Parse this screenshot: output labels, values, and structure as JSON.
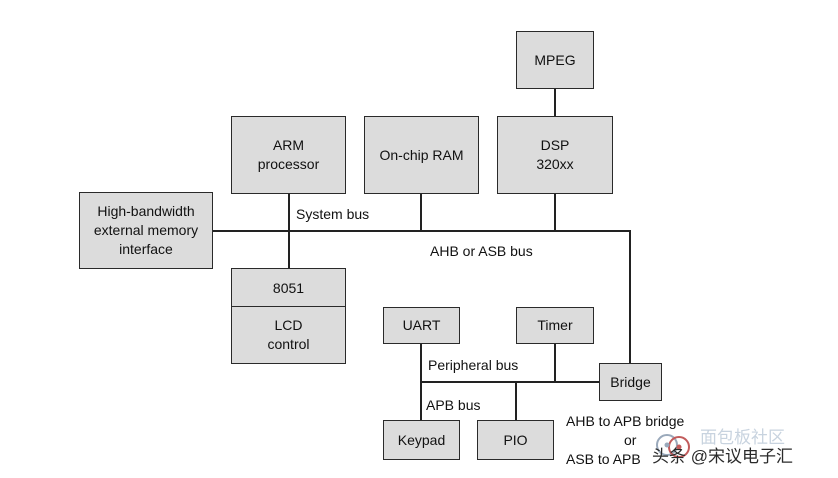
{
  "boxes": {
    "mpeg": [
      "MPEG"
    ],
    "arm": [
      "ARM",
      "processor"
    ],
    "ram": [
      "On-chip RAM"
    ],
    "dsp": [
      "DSP",
      "320xx"
    ],
    "hbm": [
      "High-bandwidth",
      "external memory",
      "interface"
    ],
    "b8051": [
      "8051"
    ],
    "lcd": [
      "LCD",
      "control"
    ],
    "uart": [
      "UART"
    ],
    "timer": [
      "Timer"
    ],
    "bridge": [
      "Bridge"
    ],
    "keypad": [
      "Keypad"
    ],
    "pio": [
      "PIO"
    ]
  },
  "labels": {
    "system_bus": "System bus",
    "ahb_asb_bus": "AHB or ASB bus",
    "peripheral_bus": "Peripheral bus",
    "apb_bus": "APB bus",
    "bridge_line1": "AHB to APB bridge",
    "bridge_line2": "or",
    "bridge_line3": "ASB to APB"
  },
  "watermark": {
    "ghost_text": "面包板社区",
    "main_text": "头条 @宋议电子汇"
  }
}
